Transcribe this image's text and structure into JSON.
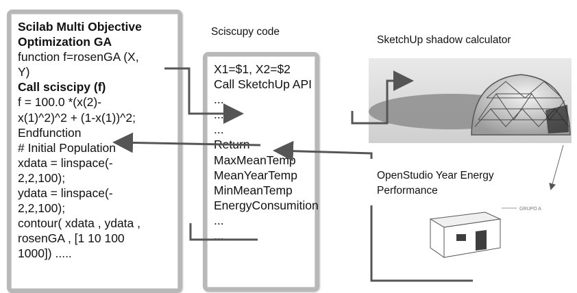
{
  "scilab": {
    "lines": [
      {
        "text": "Scilab Multi Objective",
        "bold": true
      },
      {
        "text": "Optimization GA",
        "bold": true
      },
      {
        "text": "function f=rosenGA (X,",
        "bold": false
      },
      {
        "text": "Y)",
        "bold": false
      },
      {
        "text": "Call sciscipy (f)",
        "bold": true
      },
      {
        "text": "f = 100.0 *(x(2)-",
        "bold": false
      },
      {
        "text": "x(1)^2)^2 + (1-x(1))^2;",
        "bold": false
      },
      {
        "text": "Endfunction",
        "bold": false
      },
      {
        "text": "# Initial Population",
        "bold": false
      },
      {
        "text": "xdata = linspace(-",
        "bold": false
      },
      {
        "text": "2,2,100);",
        "bold": false
      },
      {
        "text": "ydata = linspace(-",
        "bold": false
      },
      {
        "text": "2,2,100);",
        "bold": false
      },
      {
        "text": "contour( xdata , ydata ,",
        "bold": false
      },
      {
        "text": "rosenGA , [1 10 100",
        "bold": false
      },
      {
        "text": "1000]) .....",
        "bold": false
      }
    ]
  },
  "sciscupy": {
    "title": "Sciscupy code",
    "lines": [
      "X1=$1, X2=$2",
      "Call SketchUp API",
      "...",
      "...",
      "...",
      "Return",
      "MaxMeanTemp",
      "MeanYearTemp",
      "MinMeanTemp",
      "EnergyConsumition",
      "...",
      "..."
    ]
  },
  "sketchup": {
    "title": "SketchUp shadow calculator"
  },
  "openstudio": {
    "title_line1": "OpenStudio Year Energy",
    "title_line2": "Performance",
    "model_label": "GRUPO A"
  },
  "colors": {
    "panel_border": "#b8b8b8",
    "arrow": "#555555"
  }
}
